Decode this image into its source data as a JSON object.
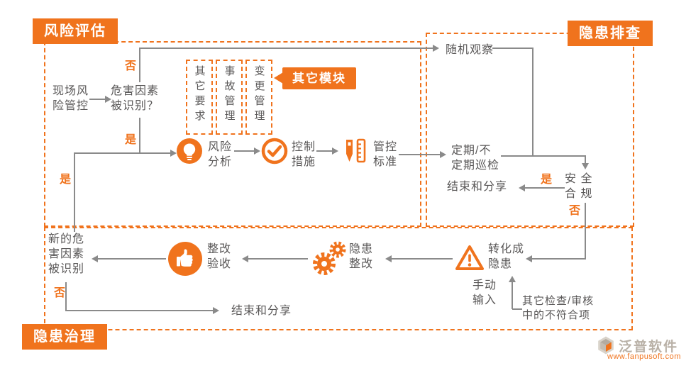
{
  "colors": {
    "orange": "#F0731D",
    "line_gray": "#8a8a8a",
    "text_gray": "#595757"
  },
  "badges": {
    "risk_assessment": "风险评估",
    "hazard_inspection": "隐患排查",
    "hazard_treatment": "隐患治理"
  },
  "risk": {
    "site_control": "现场风\n险管控",
    "hazard_identified": "危害因素\n被识别？",
    "no": "否",
    "yes": "是",
    "loop_yes": "是",
    "module_boxes": [
      "其它要求",
      "事故管理",
      "变更管理"
    ],
    "callout": "其它模块",
    "analysis": "风险\n分析",
    "measures": "控制\n措施",
    "standards": "管控\n标准"
  },
  "inspection": {
    "random_observation": "随机观察",
    "periodic_inspection": "定期/不\n定期巡检",
    "end_share": "结束和分享",
    "yes": "是",
    "no": "否",
    "safety_compliance": "安 全\n合 规"
  },
  "treatment": {
    "convert": "转化成\n隐患",
    "rectify": "隐患\n整改",
    "accept": "整改\n验收",
    "new_hazard": "新的危\n害因素\n被识别",
    "no": "否",
    "end_share": "结束和分享",
    "manual_input": "手动\n输入",
    "other_checks": "其它检查/审核\n中的不符合项"
  },
  "icons": {
    "analysis": "lightbulb-icon",
    "measures": "check-circle-icon",
    "standards": "pen-ruler-icon",
    "convert": "warning-triangle-icon",
    "rectify": "gears-icon",
    "accept": "thumbs-up-icon",
    "watermark": "brand-logo-icon"
  },
  "watermark": {
    "brand": "泛普软件",
    "url": "www.fanpusoft.com"
  }
}
